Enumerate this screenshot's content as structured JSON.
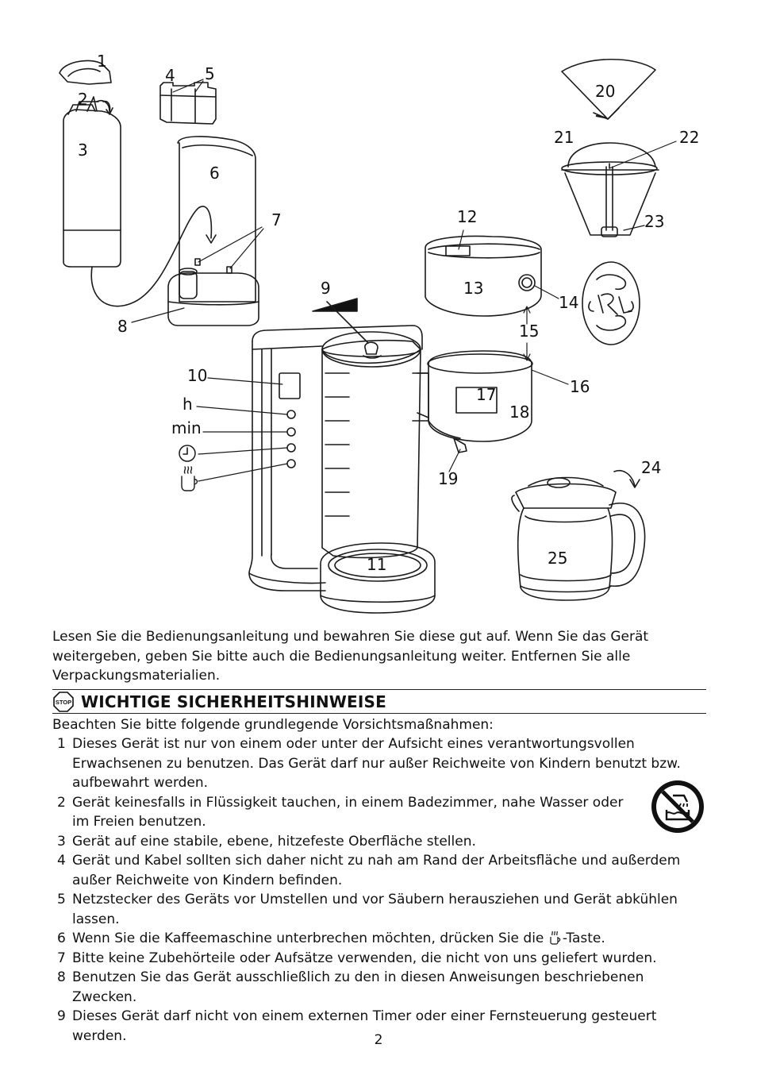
{
  "diagram": {
    "callouts": {
      "c1": "1",
      "c2": "2",
      "c3": "3",
      "c4": "4",
      "c5": "5",
      "c6": "6",
      "c7": "7",
      "c8": "8",
      "c9": "9",
      "c10": "10",
      "c11": "11",
      "c12": "12",
      "c13": "13",
      "c14": "14",
      "c15": "15",
      "c16": "16",
      "c17": "17",
      "c18": "18",
      "c19": "19",
      "c20": "20",
      "c21": "21",
      "c22": "22",
      "c23": "23",
      "c24": "24",
      "c25": "25"
    },
    "panel_labels": {
      "hours": "h",
      "minutes": "min"
    },
    "icons": [
      "clock-icon",
      "steam-cup-icon",
      "monogram-emblem"
    ]
  },
  "intro": "Lesen Sie die Bedienungsanleitung und bewahren Sie diese gut auf. Wenn Sie das Gerät weitergeben, geben Sie bitte auch die Bedienungsanleitung weiter. Entfernen Sie alle Verpackungsmaterialien.",
  "heading": {
    "badge": "STOP",
    "title": "WICHTIGE SICHERHEITSHINWEISE"
  },
  "lead": "Beachten Sie bitte folgende grundlegende Vorsichtsmaßnahmen:",
  "rules": [
    {
      "num": "1",
      "text": "Dieses Gerät ist nur von einem oder unter der Aufsicht eines verantwortungsvollen Erwachsenen zu benutzen. Das Gerät darf nur außer Reichweite von Kindern benutzt bzw. aufbewahrt werden."
    },
    {
      "num": "2",
      "text": "Gerät keinesfalls in Flüssigkeit tauchen, in einem Badezimmer, nahe Wasser oder im Freien benutzen."
    },
    {
      "num": "3",
      "text": "Gerät auf eine stabile, ebene, hitzefeste Oberfläche stellen."
    },
    {
      "num": "4",
      "text": "Gerät und Kabel sollten sich daher nicht zu nah am Rand der Arbeitsfläche und außerdem außer Reichweite von Kindern befinden."
    },
    {
      "num": "5",
      "text": "Netzstecker des Geräts vor Umstellen und vor Säubern herausziehen und Gerät abkühlen lassen."
    },
    {
      "num": "6",
      "text_before": "Wenn Sie die Kaffeemaschine unterbrechen möchten, drücken Sie die ",
      "text_after": "-Taste."
    },
    {
      "num": "7",
      "text": "Bitte keine Zubehörteile oder Aufsätze verwenden, die nicht von uns geliefert wurden."
    },
    {
      "num": "8",
      "text": "Benutzen Sie das Gerät ausschließlich zu den in diesen Anweisungen beschriebenen Zwecken."
    },
    {
      "num": "9",
      "text": "Dieses Gerät darf nicht von einem externen Timer oder einer Fernsteuerung gesteuert werden."
    }
  ],
  "page_number": "2"
}
